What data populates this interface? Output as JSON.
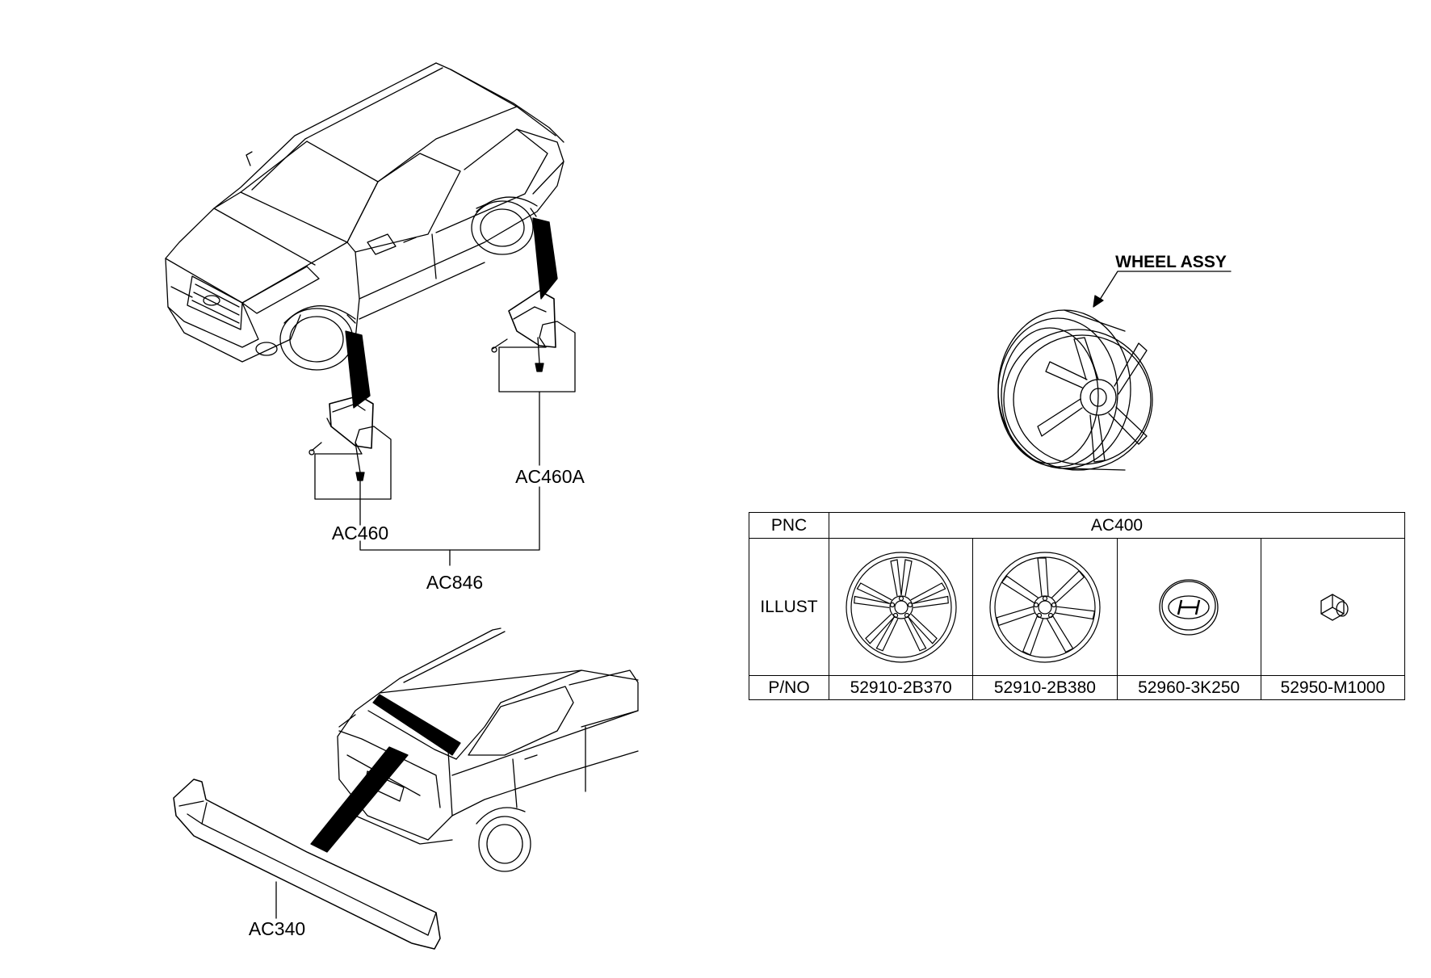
{
  "callouts": {
    "front_mudguard": "AC460",
    "rear_mudguard": "AC460A",
    "mudguard_kit": "AC846",
    "spoiler": "AC340",
    "wheel_assy": "WHEEL ASSY"
  },
  "table": {
    "header_pnc": "PNC",
    "pnc_value": "AC400",
    "header_illust": "ILLUST",
    "header_pno": "P/NO",
    "illustrations": [
      "wheel-5-double-spoke-icon",
      "wheel-7-spoke-icon",
      "hub-cap-emblem-icon",
      "wheel-nut-icon"
    ],
    "part_numbers": [
      "52910-2B370",
      "52910-2B380",
      "52960-3K250",
      "52950-M1000"
    ]
  }
}
